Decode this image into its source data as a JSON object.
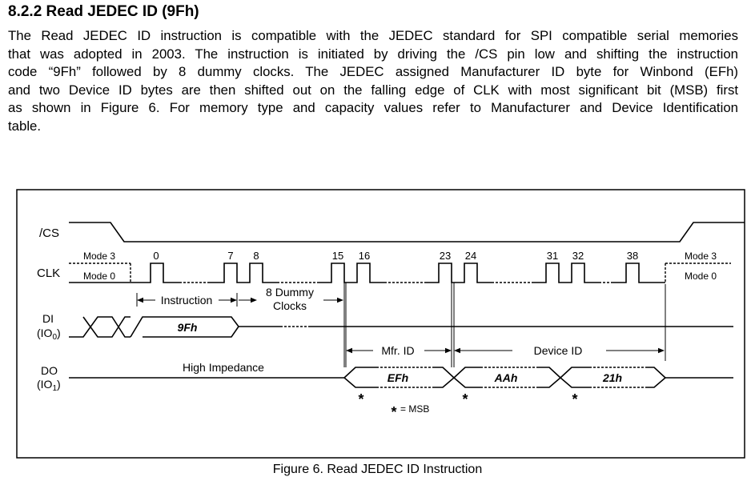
{
  "section": {
    "number": "8.2.2",
    "title": "Read JEDEC ID (9Fh)"
  },
  "paragraph_lines": [
    "The Read JEDEC ID instruction is compatible with the JEDEC standard for SPI compatible serial memories",
    "that was adopted in 2003. The instruction is initiated by driving the /CS pin low and shifting the instruction",
    "code “9Fh” followed by 8 dummy clocks. The JEDEC assigned Manufacturer ID byte for Winbond (EFh)",
    "and two Device ID bytes are then shifted out on the falling edge of CLK with most significant bit (MSB) first",
    "as shown in Figure 6. For memory type and capacity values refer to Manufacturer and Device Identification",
    "table."
  ],
  "diagram": {
    "signals": {
      "cs": "/CS",
      "clk": "CLK",
      "di": "DI",
      "di_sub": "(IO",
      "di_sub_idx": "0",
      "do": "DO",
      "do_sub": "(IO",
      "do_sub_idx": "1",
      "close_paren": ")"
    },
    "modes": {
      "mode3": "Mode 3",
      "mode0": "Mode 0"
    },
    "clock_numbers": [
      "0",
      "7",
      "8",
      "15",
      "16",
      "23",
      "24",
      "31",
      "32",
      "38"
    ],
    "labels": {
      "instruction": "Instruction",
      "dummy_line1": "8 Dummy",
      "dummy_line2": "Clocks",
      "mfr_id": "Mfr. ID",
      "device_id": "Device ID",
      "high_impedance": "High Impedance",
      "msb_note": "= MSB",
      "star": "*"
    },
    "bytes": {
      "instruction_code": "9Fh",
      "mfr": "EFh",
      "dev1": "AAh",
      "dev2": "21h"
    }
  },
  "caption": "Figure 6. Read JEDEC ID Instruction"
}
